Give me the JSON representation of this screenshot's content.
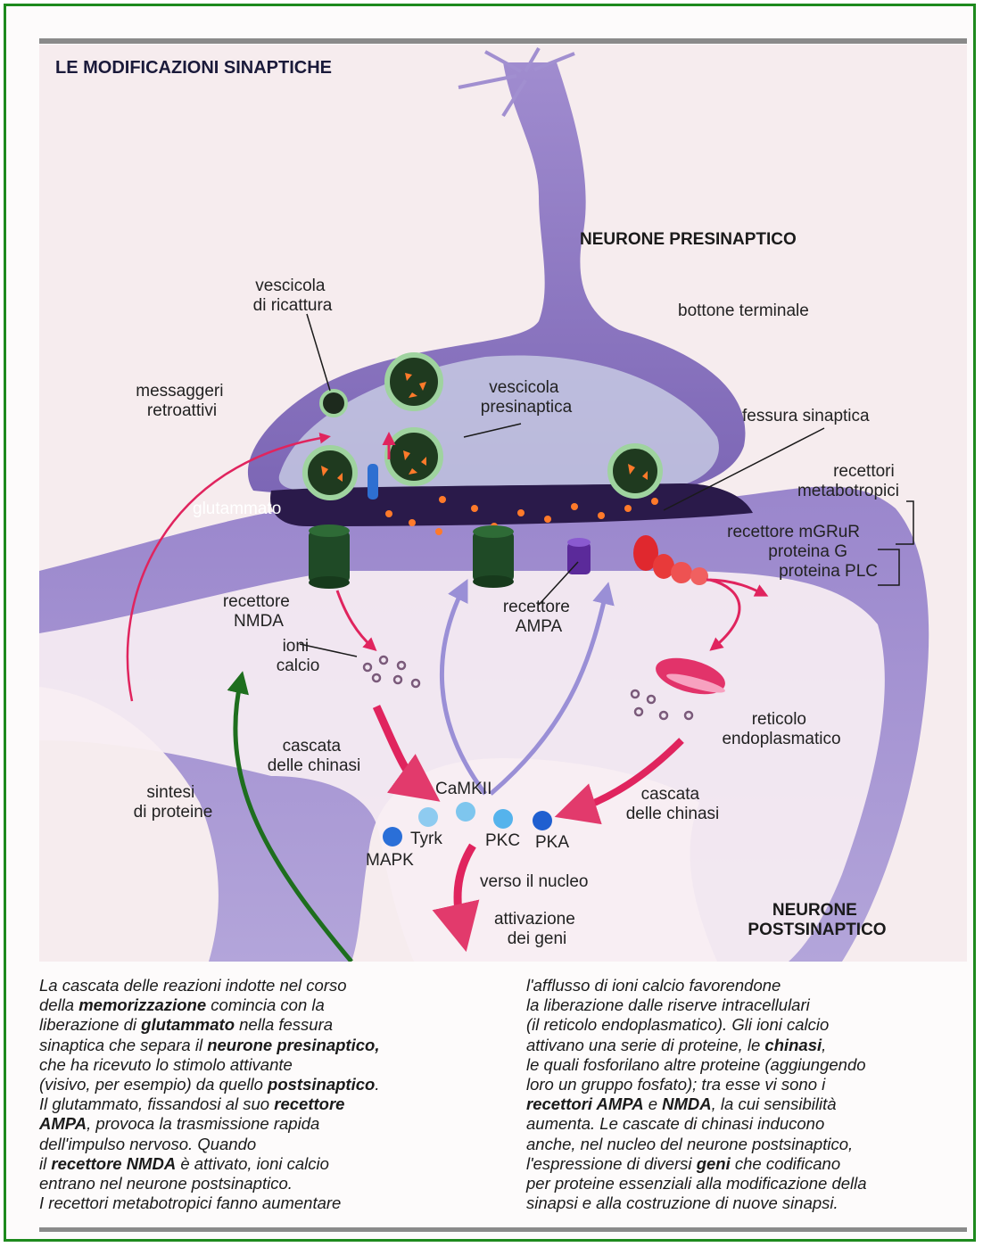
{
  "title": "LE MODIFICAZIONI SINAPTICHE",
  "labels": {
    "presynaptic_neuron": "NEURONE PRESINAPTICO",
    "terminal_button": "bottone terminale",
    "reuptake_vesicle": [
      "vescicola",
      "di ricattura"
    ],
    "presynaptic_vesicle": [
      "vescicola",
      "presinaptica"
    ],
    "retro_messengers": [
      "messaggeri",
      "retroattivi"
    ],
    "synaptic_cleft": "fessura sinaptica",
    "glutamate": "glutammato",
    "metabotropic_receptors": [
      "recettori",
      "metabotropici"
    ],
    "mglur_receptor": "recettore mGRuR",
    "g_protein": "proteina G",
    "plc_protein": "proteina PLC",
    "nmda_receptor": [
      "recettore",
      "NMDA"
    ],
    "ampa_receptor": [
      "recettore",
      "AMPA"
    ],
    "calcium_ions": [
      "ioni",
      "calcio"
    ],
    "endoplasmic_reticulum": [
      "reticolo",
      "endoplasmatico"
    ],
    "kinase_cascade_left": [
      "cascata",
      "delle chinasi"
    ],
    "kinase_cascade_right": [
      "cascata",
      "delle chinasi"
    ],
    "protein_synthesis": [
      "sintesi",
      "di proteine"
    ],
    "camkii": "CaMKII",
    "tyrk": "Tyrk",
    "mapk": "MAPK",
    "pkc": "PKC",
    "pka": "PKA",
    "to_nucleus": "verso il nucleo",
    "gene_activation": [
      "attivazione",
      "dei geni"
    ],
    "postsynaptic_neuron": [
      "NEURONE",
      "POSTSINAPTICO"
    ]
  },
  "caption_left": [
    [
      {
        "t": "La cascata delle reazioni indotte nel corso"
      }
    ],
    [
      {
        "t": "della "
      },
      {
        "t": "memorizzazione",
        "b": true
      },
      {
        "t": " comincia con la"
      }
    ],
    [
      {
        "t": "liberazione di "
      },
      {
        "t": "glutammato",
        "b": true
      },
      {
        "t": " nella fessura"
      }
    ],
    [
      {
        "t": "sinaptica che separa il "
      },
      {
        "t": "neurone presinaptico,",
        "b": true
      }
    ],
    [
      {
        "t": "che ha ricevuto lo stimolo attivante"
      }
    ],
    [
      {
        "t": "(visivo, per esempio) da quello "
      },
      {
        "t": "postsinaptico",
        "b": true
      },
      {
        "t": "."
      }
    ],
    [
      {
        "t": "Il glutammato, fissandosi al suo "
      },
      {
        "t": "recettore",
        "b": true
      }
    ],
    [
      {
        "t": "AMPA",
        "b": true
      },
      {
        "t": ", provoca la trasmissione rapida"
      }
    ],
    [
      {
        "t": "dell'impulso nervoso. Quando"
      }
    ],
    [
      {
        "t": "il "
      },
      {
        "t": "recettore NMDA",
        "b": true
      },
      {
        "t": " è attivato, ioni calcio"
      }
    ],
    [
      {
        "t": "entrano nel neurone postsinaptico."
      }
    ],
    [
      {
        "t": "I recettori metabotropici fanno aumentare"
      }
    ]
  ],
  "caption_right": [
    [
      {
        "t": "l'afflusso di ioni calcio favorendone"
      }
    ],
    [
      {
        "t": "la liberazione dalle riserve intracellulari"
      }
    ],
    [
      {
        "t": "(il reticolo endoplasmatico). Gli ioni calcio"
      }
    ],
    [
      {
        "t": "attivano una serie di proteine, le "
      },
      {
        "t": "chinasi",
        "b": true
      },
      {
        "t": ","
      }
    ],
    [
      {
        "t": "le quali fosforilano altre proteine (aggiungendo"
      }
    ],
    [
      {
        "t": "loro un gruppo fosfato); tra esse vi sono i"
      }
    ],
    [
      {
        "t": "recettori AMPA",
        "b": true
      },
      {
        "t": " e "
      },
      {
        "t": "NMDA",
        "b": true
      },
      {
        "t": ", la cui sensibilità"
      }
    ],
    [
      {
        "t": "aumenta. Le cascate di chinasi inducono"
      }
    ],
    [
      {
        "t": "anche, nel nucleo del neurone postsinaptico,"
      }
    ],
    [
      {
        "t": "l'espressione di diversi "
      },
      {
        "t": "geni",
        "b": true
      },
      {
        "t": " che codificano"
      }
    ],
    [
      {
        "t": "per proteine essenziali alla modificazione della"
      }
    ],
    [
      {
        "t": "sinapsi e alla costruzione di nuove sinapsi."
      }
    ]
  ],
  "colors": {
    "frame": "#1e8a1e",
    "neuron": "#8f79c4",
    "cleft": "#2a1a4a",
    "receptor": "#1f4a26",
    "arrow_red": "#e0245e",
    "arrow_purple": "#9a8fd6",
    "arrow_green": "#1e6e1e"
  }
}
